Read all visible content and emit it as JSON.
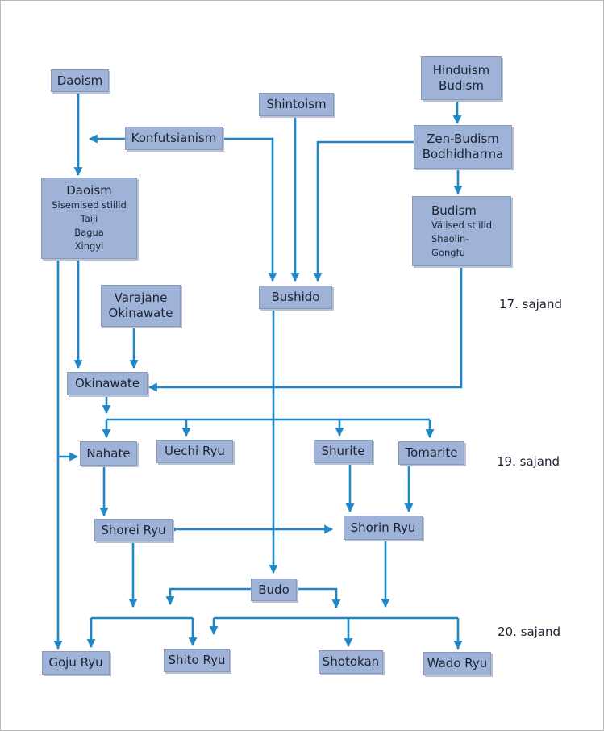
{
  "nodes": {
    "daoism_top": {
      "title": "Daoism"
    },
    "hinduism": {
      "line1": "Hinduism",
      "line2": "Budism"
    },
    "shintoism": {
      "title": "Shintoism"
    },
    "konfutsianism": {
      "title": "Konfutsianism"
    },
    "zen": {
      "line1": "Zen-Budism",
      "line2": "Bodhidharma"
    },
    "daoism_styles": {
      "title": "Daoism",
      "items": [
        "Sisemised stiilid",
        "Taiji",
        "Bagua",
        "Xingyi"
      ]
    },
    "budism_styles": {
      "title": "Budism",
      "items": [
        "Välised stiilid",
        "Shaolin-",
        "Gongfu"
      ]
    },
    "varajane": {
      "line1": "Varajane",
      "line2": "Okinawate"
    },
    "bushido": {
      "title": "Bushido"
    },
    "okinawate": {
      "title": "Okinawate"
    },
    "nahate": {
      "title": "Nahate"
    },
    "uechi": {
      "title": "Uechi Ryu"
    },
    "shurite": {
      "title": "Shurite"
    },
    "tomarite": {
      "title": "Tomarite"
    },
    "shorei": {
      "title": "Shorei Ryu"
    },
    "shorin": {
      "title": "Shorin Ryu"
    },
    "budo": {
      "title": "Budo"
    },
    "goju": {
      "title": "Goju Ryu"
    },
    "shito": {
      "title": "Shito Ryu"
    },
    "shotokan": {
      "title": "Shotokan"
    },
    "wado": {
      "title": "Wado Ryu"
    }
  },
  "centuries": {
    "c17": "17. sajand",
    "c19": "19. sajand",
    "c20": "20. sajand"
  },
  "colors": {
    "arrow": "#1f86c7",
    "box": "#9fb2d8"
  }
}
